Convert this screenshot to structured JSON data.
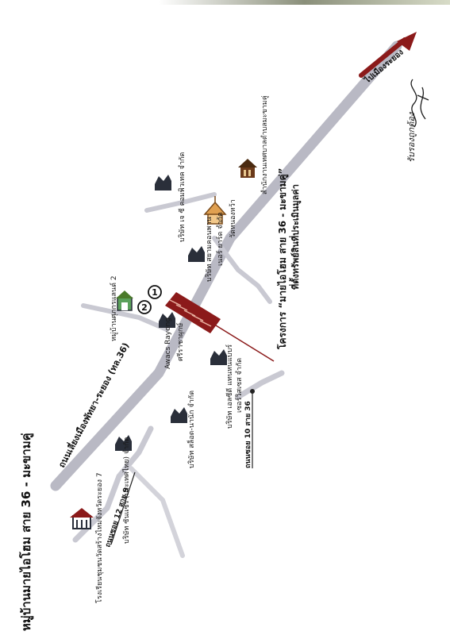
{
  "title": "หมู่บ้านมายไอโฮม สาย 36 - มะขามคู่",
  "project": {
    "line1": "โครงการ “มายไอโฮม สาย 36 - มะขามคู่”",
    "line2": "ที่ตั้งทรัพย์สินที่ประเมินมูลค่า"
  },
  "roads": {
    "main": "ถนนเลี่ยงเมืองพัทยา-ระยอง (ทล.36)",
    "direction": "ไปเมืองระยอง",
    "soi12": "ถนนซอย 12 สาย 9",
    "soi10": "ถนนซอย 10 สาย 36"
  },
  "markers": [
    "2",
    "1"
  ],
  "places": {
    "school": "โรงเรียนชุมชนวัดสร้างไหมจังหวัดระยอง 7",
    "sunsweet": "บริษัท ซันแซร์ (ประเทศไทย) จำกัด",
    "slon": "บริษัท สล็อต-นานัก จำกัด",
    "lsd": "บริษัท เอลซีดี แทนหนแบบร์",
    "lsd2": "เซอร์วิสเซส จำกัด",
    "awacs": "Awacs Rayong",
    "sri": "ศรีราชาผุกษ์",
    "village2": "หมู่บ้านศุภกรแลนด์ 2",
    "siam": "บริษัท สยามคอนพาน",
    "near": "เนอร์ ยาร์ด จำกัด",
    "jsc": "บริษัท เจ ซี คอมพิวเทค จำกัด",
    "temple": "วัดหนองหว้า",
    "office": "สำนักงานเทศบาลตำบลมะขามคู่"
  },
  "signature": {
    "note": "รับรองถูกต้อง"
  },
  "colors": {
    "road": "#b9b9c4",
    "accent": "#8b1a1a",
    "text": "#1a1a1a"
  }
}
